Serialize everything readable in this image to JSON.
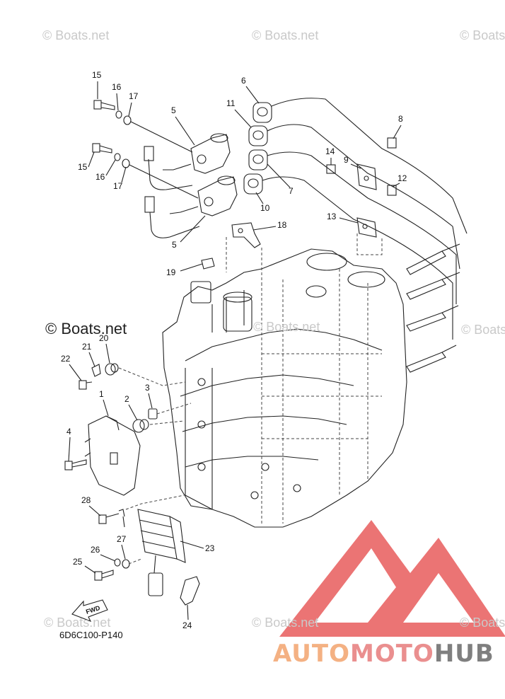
{
  "watermarks": {
    "top_left": "© Boats.net",
    "top_center": "© Boats.net",
    "top_right": "© Boats",
    "mid_left_big": "© Boats.net",
    "mid_center": "© Boats.net",
    "mid_right": "© Boats",
    "bottom_left": "© Boats.net",
    "bottom_center": "© Boats.net",
    "bottom_right": "© Boats"
  },
  "callouts": {
    "c1": "1",
    "c2": "2",
    "c3": "3",
    "c4": "4",
    "c5a": "5",
    "c5b": "5",
    "c6": "6",
    "c7": "7",
    "c8": "8",
    "c9": "9",
    "c10": "10",
    "c11": "11",
    "c12": "12",
    "c13": "13",
    "c14": "14",
    "c15a": "15",
    "c15b": "15",
    "c16a": "16",
    "c16b": "16",
    "c17a": "17",
    "c17b": "17",
    "c18": "18",
    "c19": "19",
    "c20": "20",
    "c21": "21",
    "c22": "22",
    "c23": "23",
    "c24": "24",
    "c25": "25",
    "c26": "26",
    "c27": "27",
    "c28": "28"
  },
  "fwd_label": "FWD",
  "part_code": "6D6C100-P140",
  "brand": {
    "part1": "AUTO",
    "part2": "MOTO",
    "part3": "HUB"
  },
  "colors": {
    "logo_red": "#e85c5c",
    "logo_orange": "#f4b183",
    "logo_gray": "#7f7f7f"
  }
}
